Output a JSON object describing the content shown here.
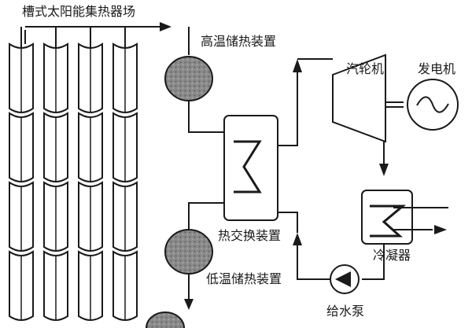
{
  "labels": {
    "field": "槽式太阳能集热器场",
    "hot_storage": "高温储热装置",
    "heat_exchanger": "热交换装置",
    "cold_storage": "低温储热装置",
    "turbine": "汽轮机",
    "generator": "发电机",
    "condenser": "冷凝器",
    "pump": "给水泵"
  },
  "collector_field": {
    "columns": 4,
    "rows": 4
  },
  "colors": {
    "line": "#1a1a1a",
    "tank_fill": "#7a7a7a"
  }
}
